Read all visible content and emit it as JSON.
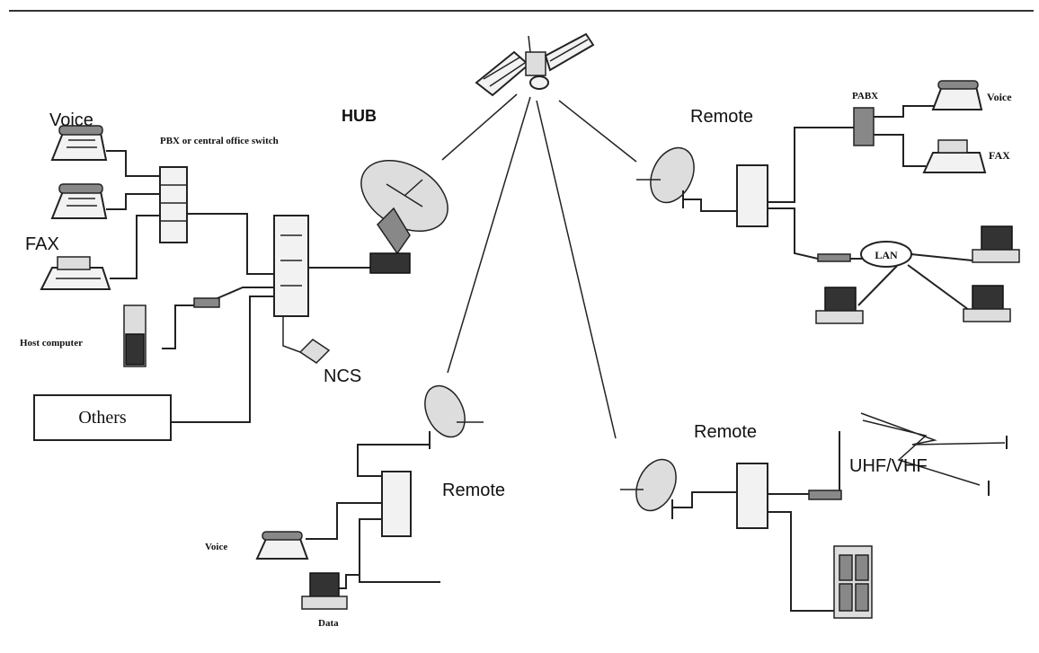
{
  "labels": {
    "voice_left": "Voice",
    "pbx_left": "PBX or central office switch",
    "fax_left": "FAX",
    "host_computer": "Host computer",
    "others": "Others",
    "hub": "HUB",
    "ncs": "NCS",
    "remote_top": "Remote",
    "pabx": "PABX",
    "voice_right": "Voice",
    "fax_right": "FAX",
    "lan": "LAN",
    "remote_bottom_left": "Remote",
    "voice_bottom": "Voice",
    "data_bottom": "Data",
    "remote_bottom_right": "Remote",
    "uhf_vhf": "UHF/VHF"
  }
}
